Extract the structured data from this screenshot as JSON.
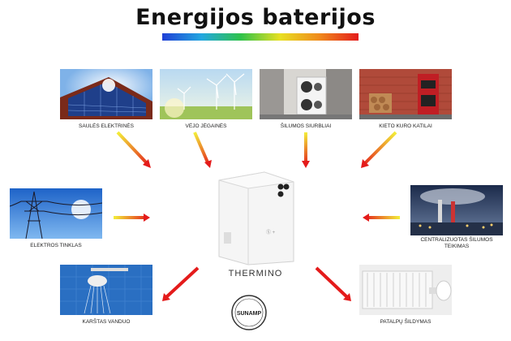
{
  "title": "Energijos baterijos",
  "sources": [
    {
      "label": "SAULĖS ELEKTRINĖS",
      "icon": "solar-panels-photo"
    },
    {
      "label": "VĖJO JĖGAINĖS",
      "icon": "wind-turbines-photo"
    },
    {
      "label": "ŠILUMOS SIURBLIAI",
      "icon": "heat-pump-photo"
    },
    {
      "label": "KIETO KURO KATILAI",
      "icon": "solid-fuel-boiler-photo"
    },
    {
      "label": "ELEKTROS TINKLAS",
      "icon": "power-grid-photo"
    },
    {
      "label": "CENTRALIZUOTAS ŠILUMOS TEIKIMAS",
      "icon": "district-heating-photo"
    }
  ],
  "outputs": [
    {
      "label": "KARŠTAS VANDUO",
      "icon": "shower-photo"
    },
    {
      "label": "PATALPŲ ŠILDYMAS",
      "icon": "radiator-photo"
    }
  ],
  "center": {
    "label": "THERMINO",
    "brand": "SUNAMP"
  },
  "colors": {
    "arrow_start": "#f3ef3a",
    "arrow_end": "#e41b1b"
  }
}
